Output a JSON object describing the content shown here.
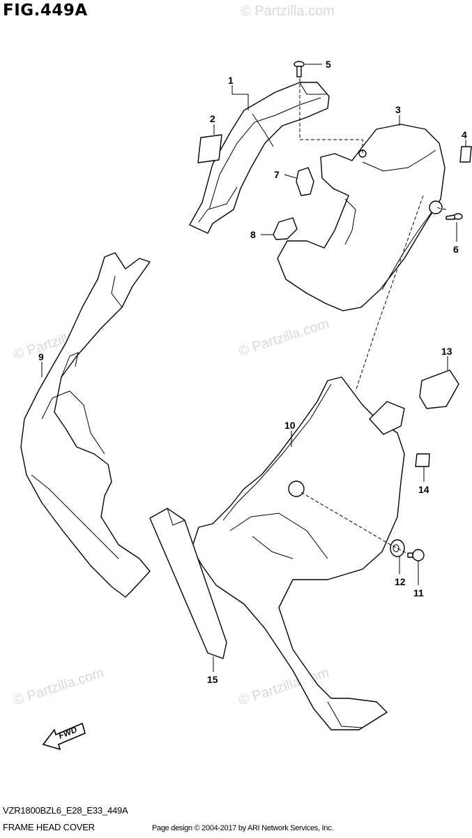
{
  "figure_title": "FIG.449A",
  "diagram_code": "VZR1800BZL6_E28_E33_449A",
  "diagram_name": "FRAME HEAD COVER",
  "credit": "Page design © 2004-2017 by ARI Network Services, Inc.",
  "watermark": "© Partzilla.com",
  "fwd_label": "FWD",
  "callouts": [
    "1",
    "2",
    "3",
    "4",
    "5",
    "6",
    "7",
    "8",
    "9",
    "10",
    "11",
    "12",
    "13",
    "14",
    "15"
  ]
}
